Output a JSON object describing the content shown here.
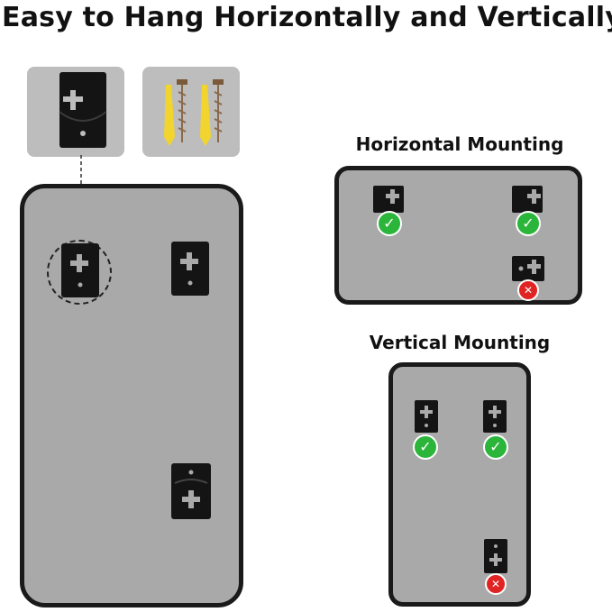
{
  "title": "Easy to Hang Horizontally and Vertically",
  "horizontal": {
    "heading": "Horizontal Mounting",
    "markers": [
      {
        "icon": "check-icon",
        "status": "ok"
      },
      {
        "icon": "check-icon",
        "status": "ok"
      },
      {
        "icon": "cross-icon",
        "status": "bad"
      }
    ]
  },
  "vertical": {
    "heading": "Vertical Mounting",
    "markers": [
      {
        "icon": "check-icon",
        "status": "ok"
      },
      {
        "icon": "check-icon",
        "status": "ok"
      },
      {
        "icon": "cross-icon",
        "status": "bad"
      }
    ]
  },
  "colors": {
    "ok": "#2bb53a",
    "bad": "#e02424",
    "frame": "#1a1a1a",
    "mirror": "#a9a9a9"
  },
  "icons": {
    "check": "✓",
    "cross": "✕"
  }
}
